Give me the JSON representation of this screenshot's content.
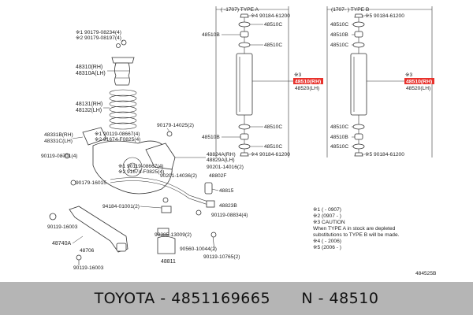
{
  "diagram": {
    "type_a_header": "(     -1707)   TYPE A",
    "type_b_header": "(1707-     )   TYPE B",
    "ref_code": "484525B",
    "highlight_color": "#e8322c",
    "type_a": {
      "top_nut": "※4 90184-61200",
      "c1": "48510C",
      "b1": "48510B",
      "c2": "48510C",
      "ref_mark": "※3",
      "part_rh": "48510(RH)",
      "part_lh": "48520(LH)",
      "c3": "48510C",
      "b2": "48510B",
      "c4": "48510C",
      "bottom_nut": "※4 90184-61200"
    },
    "type_b": {
      "top_nut": "※5 90184-61200",
      "c1": "48510C",
      "b1": "48510B",
      "c2": "48510C",
      "ref_mark": "※3",
      "part_rh": "48510(RH)",
      "part_lh": "48520(LH)",
      "c3": "48510C",
      "b2": "48510B",
      "c4": "48510C",
      "bottom_nut": "※5 90184-61200"
    },
    "left_labels": {
      "l01": "※1 90179-08234(4)",
      "l02": "※2 90179-08197(4)",
      "l03": "48310(RH)",
      "l04": "48310A(LH)",
      "l05": "48131(RH)",
      "l06": "48132(LH)",
      "l07": "48331B(RH)",
      "l08": "48331C(LH)",
      "l09": "※1 90119-08667(4)",
      "l10": "※2 91674-F0825(4)",
      "l11": "90179-14025(2)",
      "l12": "90119-08701(4)",
      "l13": "48824A(RH)",
      "l14": "48829A(LH)",
      "l15": "※1 90119-08667(4)",
      "l16": "※2 91674-F0825(4)",
      "l17": "90201-14016(2)",
      "l18": "90201-14036(2)",
      "l19": "48802F",
      "l20": "90179-16015",
      "l21": "48815",
      "l22": "94184-01001(2)",
      "l23": "48823B",
      "l24": "90119-08834(4)",
      "l25": "90119-16003",
      "l26": "90385-13009(2)",
      "l27": "48740A",
      "l28": "48706",
      "l29": "90560-10044(2)",
      "l30": "90119-16003",
      "l31": "48811",
      "l32": "90119-10765(2)"
    },
    "legend": {
      "lines": [
        "※1  (      -  0907)",
        "※2  (0907  -     )",
        "※3  CAUTION",
        "     When TYPE A in stock are depleted",
        "     substitutions to TYPE B will be made.",
        "※4  (      -  2006)",
        "※5  (2006  -     )"
      ]
    }
  },
  "footer": {
    "brand": "TOYOTA",
    "part_number": "4851169665",
    "ref": "N - 48510"
  }
}
